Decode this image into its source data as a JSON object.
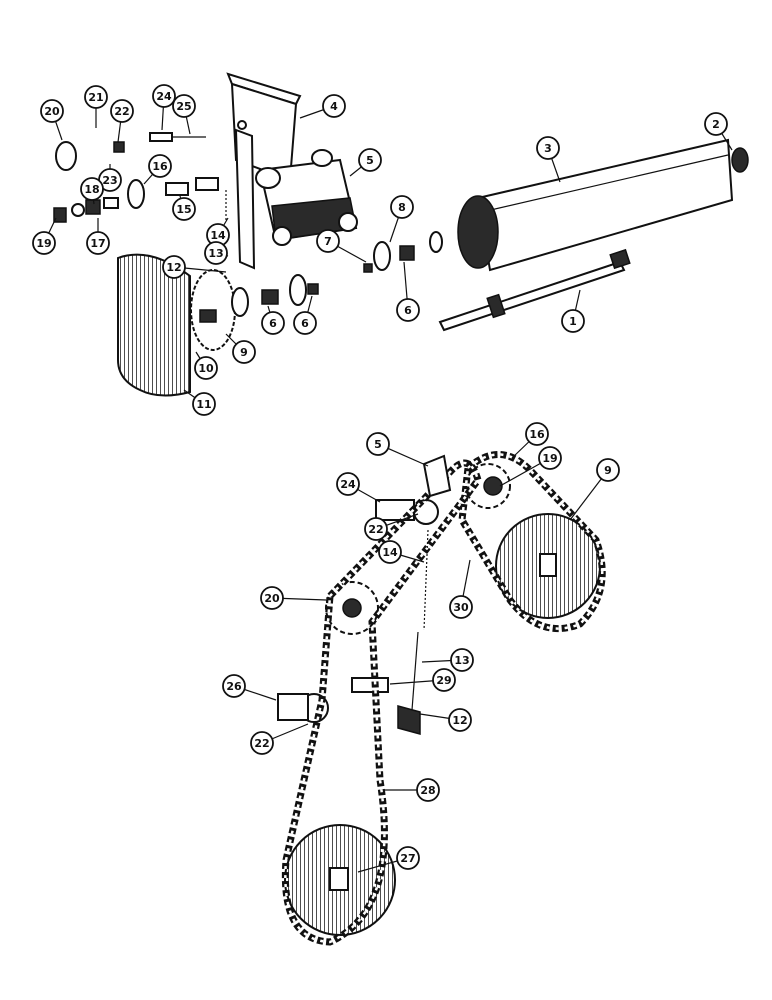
{
  "exploded_view": {
    "labels": [
      "20",
      "21",
      "22",
      "24",
      "25",
      "4",
      "2",
      "3",
      "5",
      "16",
      "23",
      "18",
      "19",
      "17",
      "15",
      "14",
      "13",
      "12",
      "8",
      "7",
      "6",
      "6",
      "6",
      "1",
      "9",
      "10",
      "11"
    ]
  },
  "assembled_view": {
    "labels": [
      "5",
      "16",
      "19",
      "9",
      "24",
      "22",
      "14",
      "20",
      "30",
      "13",
      "26",
      "29",
      "12",
      "22",
      "28",
      "27"
    ]
  }
}
